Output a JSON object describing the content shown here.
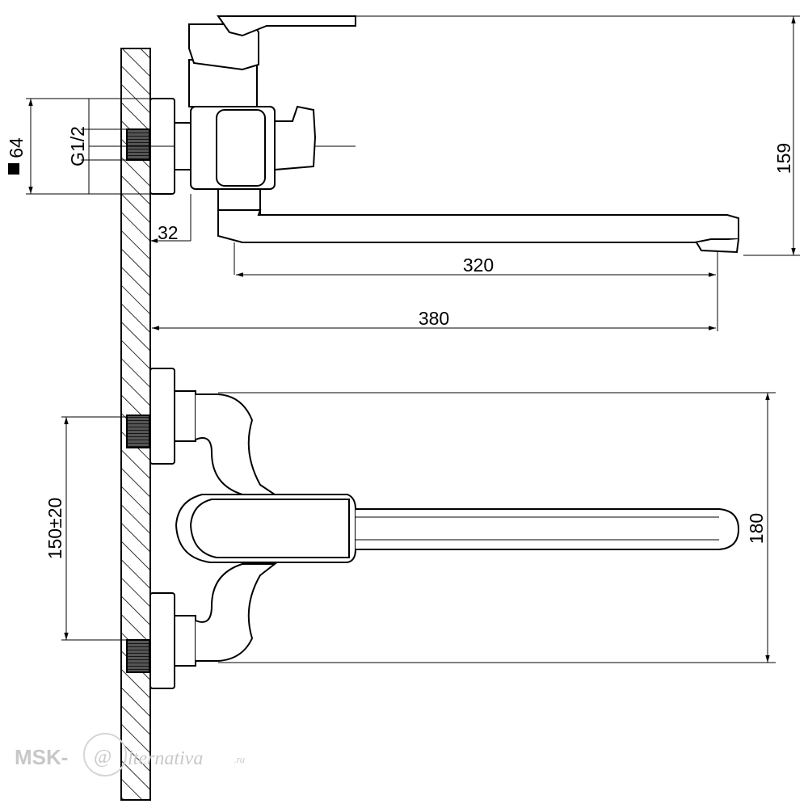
{
  "dimensions": {
    "height_top": "159",
    "square": "64",
    "thread": "G1/2",
    "offset": "32",
    "spout_length": "320",
    "total_length": "380",
    "centers": "150±20",
    "height_front": "180"
  },
  "watermark": {
    "prefix": "MSK-",
    "at": "@",
    "name": "lternativa",
    "suffix": ".ru"
  },
  "colors": {
    "line": "#000000",
    "watermark": "#c8c8c8"
  }
}
